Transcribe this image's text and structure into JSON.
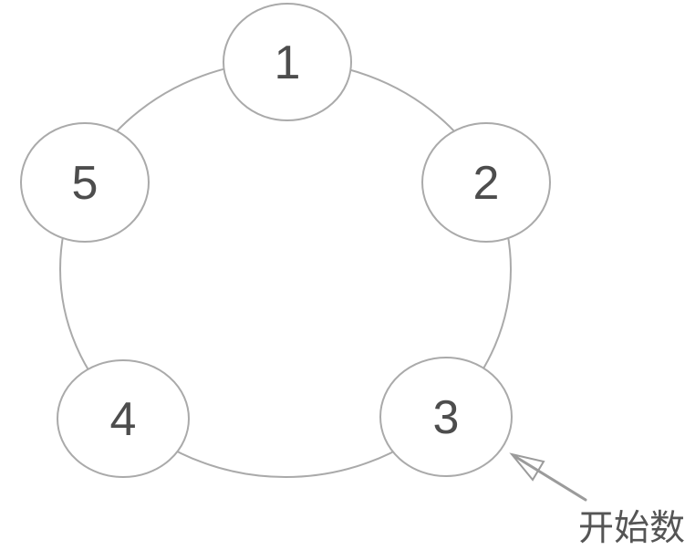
{
  "nodes": [
    {
      "label": "1"
    },
    {
      "label": "2"
    },
    {
      "label": "3"
    },
    {
      "label": "4"
    },
    {
      "label": "5"
    }
  ],
  "annotation": {
    "label": "开始数",
    "target_node": "3"
  },
  "colors": {
    "outline": "#aaaaaa",
    "node_fill": "#ffffff",
    "number_text": "#4d4d4d",
    "arrow": "#9b9b9b",
    "annotation_text": "#555555",
    "background": "#ffffff"
  }
}
